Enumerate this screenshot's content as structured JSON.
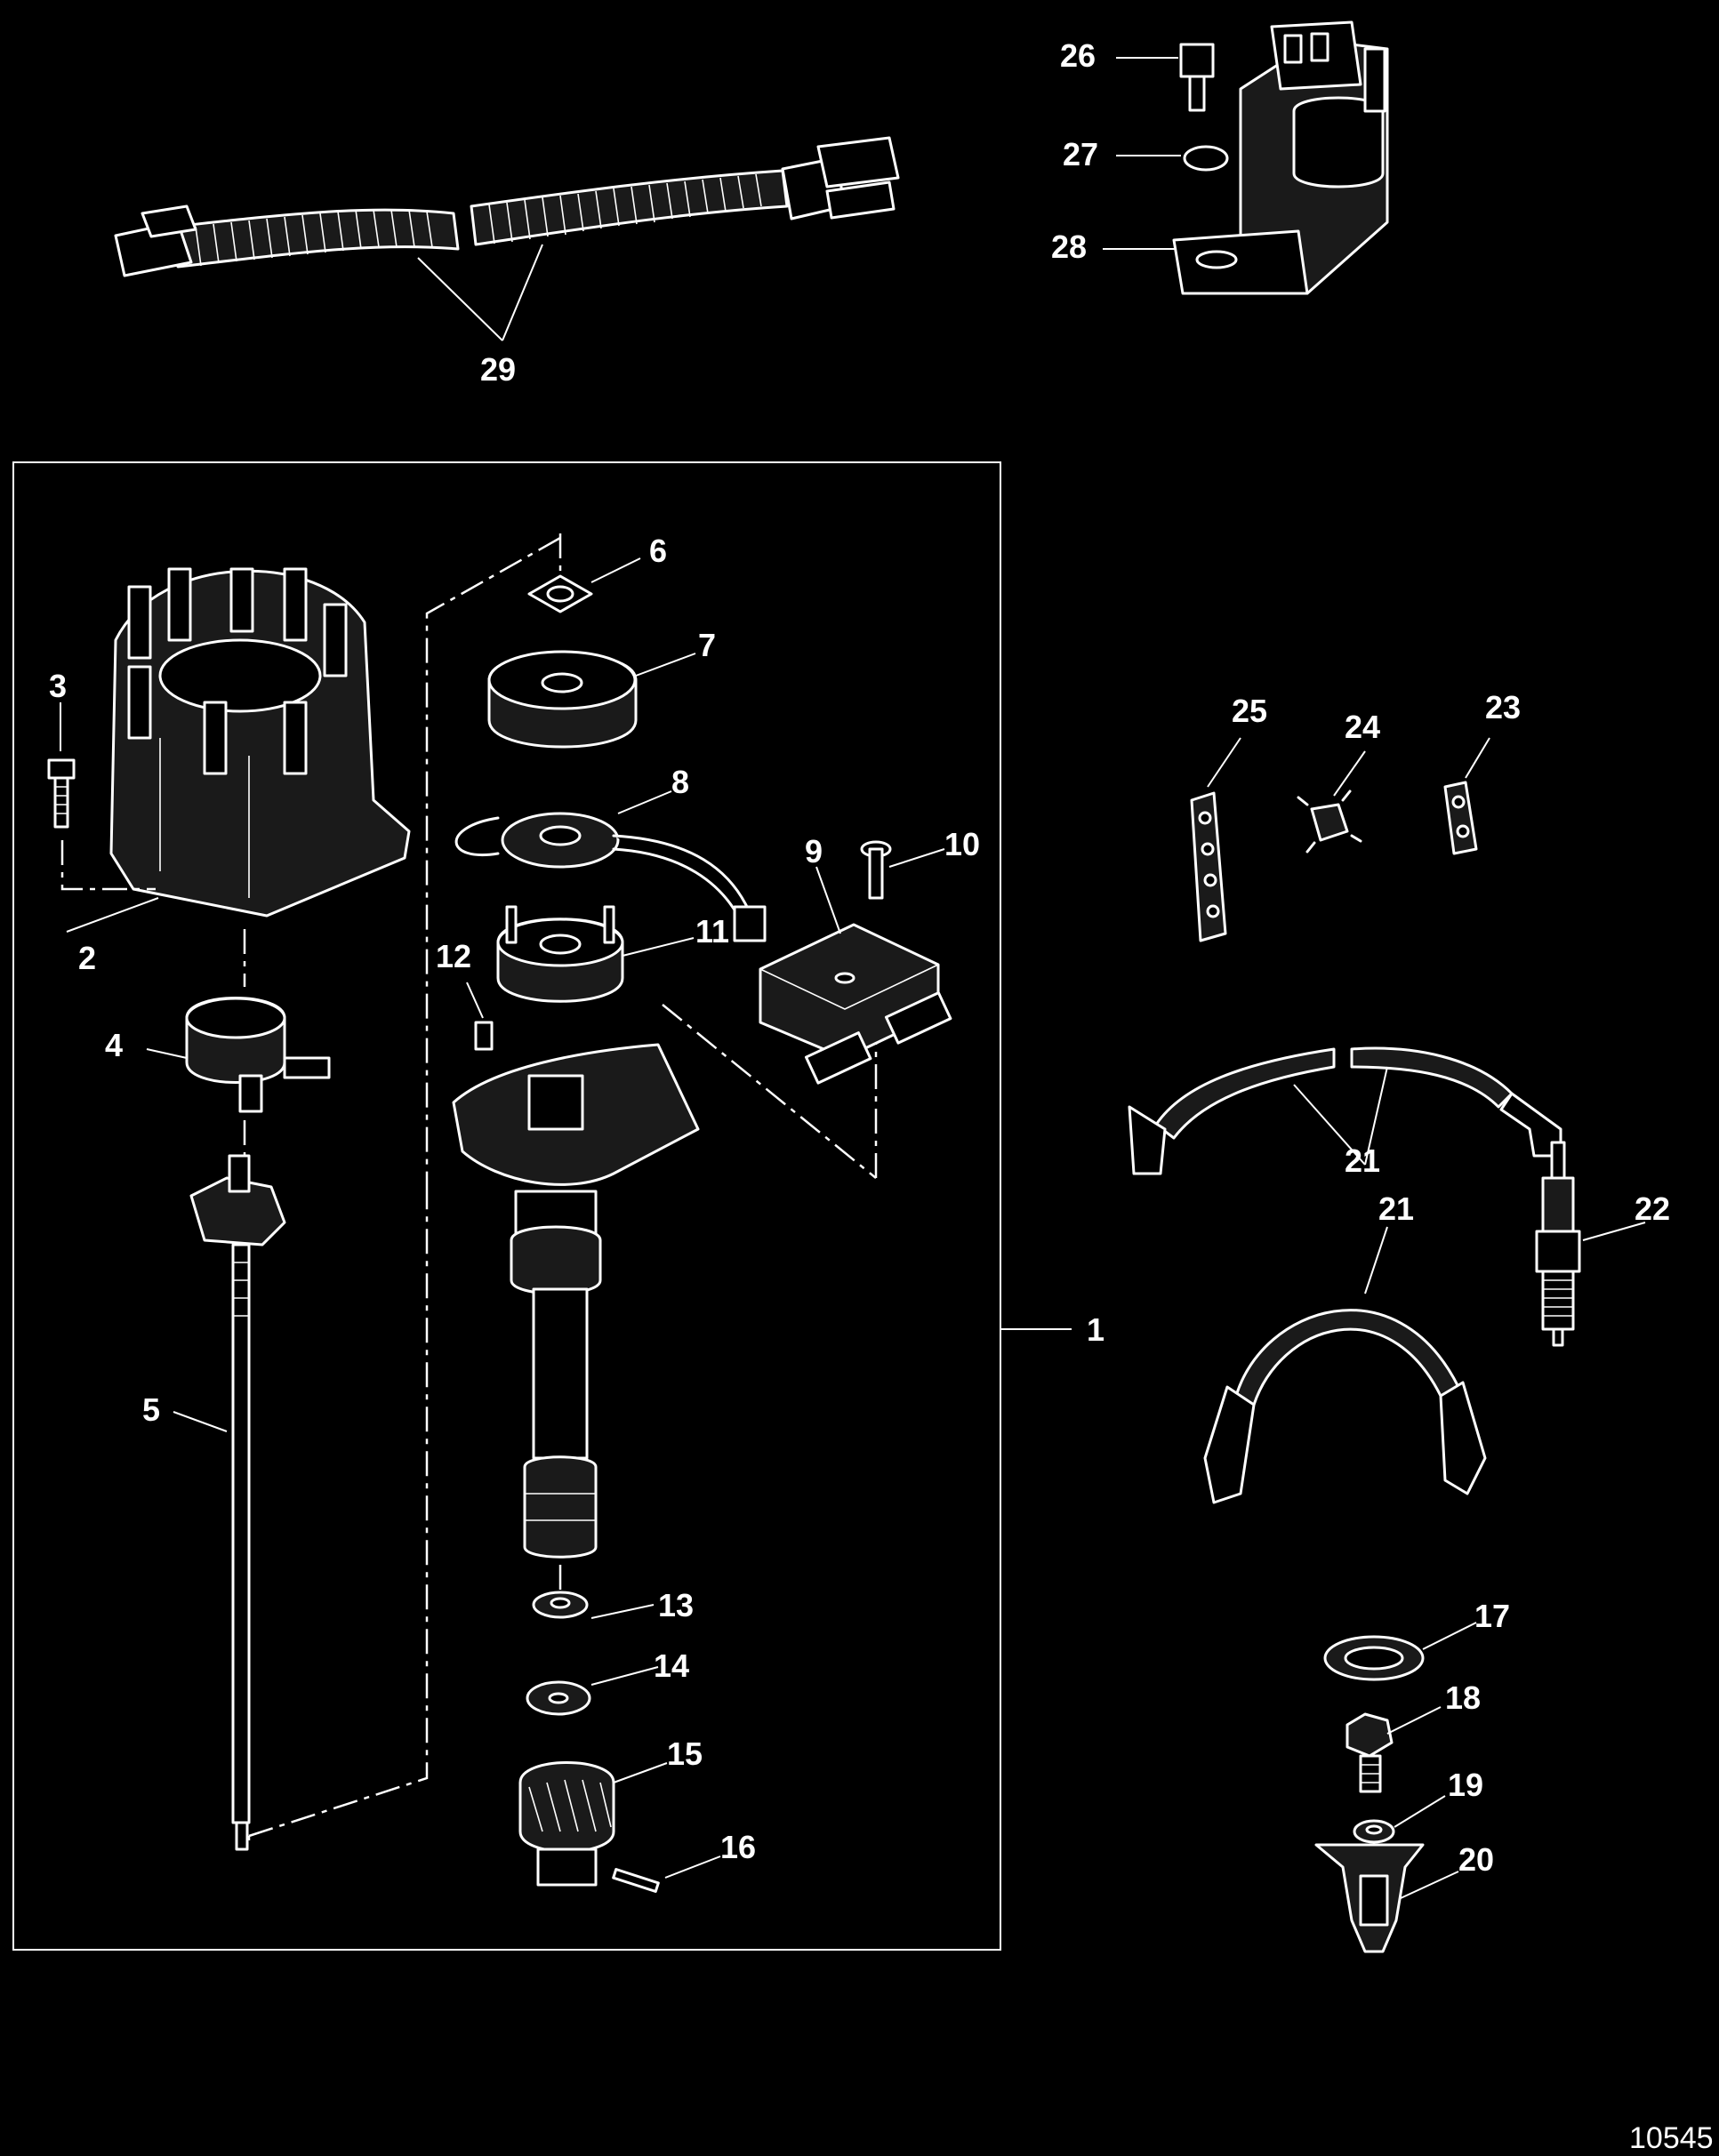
{
  "figure_number": "10545",
  "callouts": [
    {
      "id": "1",
      "text": "1"
    },
    {
      "id": "2",
      "text": "2"
    },
    {
      "id": "3",
      "text": "3"
    },
    {
      "id": "4",
      "text": "4"
    },
    {
      "id": "5",
      "text": "5"
    },
    {
      "id": "6",
      "text": "6"
    },
    {
      "id": "7",
      "text": "7"
    },
    {
      "id": "8",
      "text": "8"
    },
    {
      "id": "9",
      "text": "9"
    },
    {
      "id": "10",
      "text": "10"
    },
    {
      "id": "11",
      "text": "11"
    },
    {
      "id": "12",
      "text": "12"
    },
    {
      "id": "13",
      "text": "13"
    },
    {
      "id": "14",
      "text": "14"
    },
    {
      "id": "15",
      "text": "15"
    },
    {
      "id": "16",
      "text": "16"
    },
    {
      "id": "17",
      "text": "17"
    },
    {
      "id": "18",
      "text": "18"
    },
    {
      "id": "19",
      "text": "19"
    },
    {
      "id": "20",
      "text": "20"
    },
    {
      "id": "21a",
      "text": "21"
    },
    {
      "id": "21b",
      "text": "21"
    },
    {
      "id": "22",
      "text": "22"
    },
    {
      "id": "23",
      "text": "23"
    },
    {
      "id": "24",
      "text": "24"
    },
    {
      "id": "25",
      "text": "25"
    },
    {
      "id": "26",
      "text": "26"
    },
    {
      "id": "27",
      "text": "27"
    },
    {
      "id": "28",
      "text": "28"
    },
    {
      "id": "29",
      "text": "29"
    }
  ]
}
